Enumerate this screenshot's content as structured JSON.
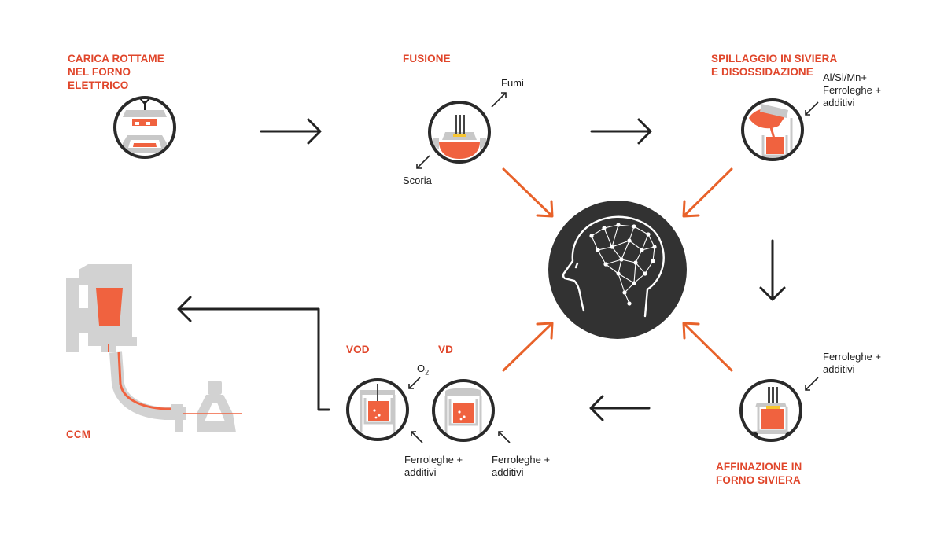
{
  "steps": {
    "charge": {
      "title": "CARICA ROTTAME\nNEL FORNO\nELETTRICO"
    },
    "melting": {
      "title": "FUSIONE",
      "fumes": "Fumi",
      "slag": "Scoria"
    },
    "tapping": {
      "title": "SPILLAGGIO IN SIVIERA\nE DISOSSIDAZIONE",
      "additions": "Al/Si/Mn+\nFerroleghe +\nadditivi"
    },
    "refining": {
      "title": "AFFINAZIONE IN\nFORNO SIVIERA",
      "additions": "Ferroleghe +\nadditivi"
    },
    "vod": {
      "title": "VOD",
      "oxygen_base": "O",
      "oxygen_sub": "2",
      "additions": "Ferroleghe +\nadditivi"
    },
    "vd": {
      "title": "VD",
      "additions": "Ferroleghe +\nadditivi"
    },
    "ccm": {
      "title": "CCM"
    }
  },
  "colors": {
    "accent": "#e0462b",
    "orange_arrow": "#e8622a",
    "arrow": "#222222",
    "hub": "#323232",
    "molten": "#f0623f",
    "equipment": "#c8c8c8"
  }
}
